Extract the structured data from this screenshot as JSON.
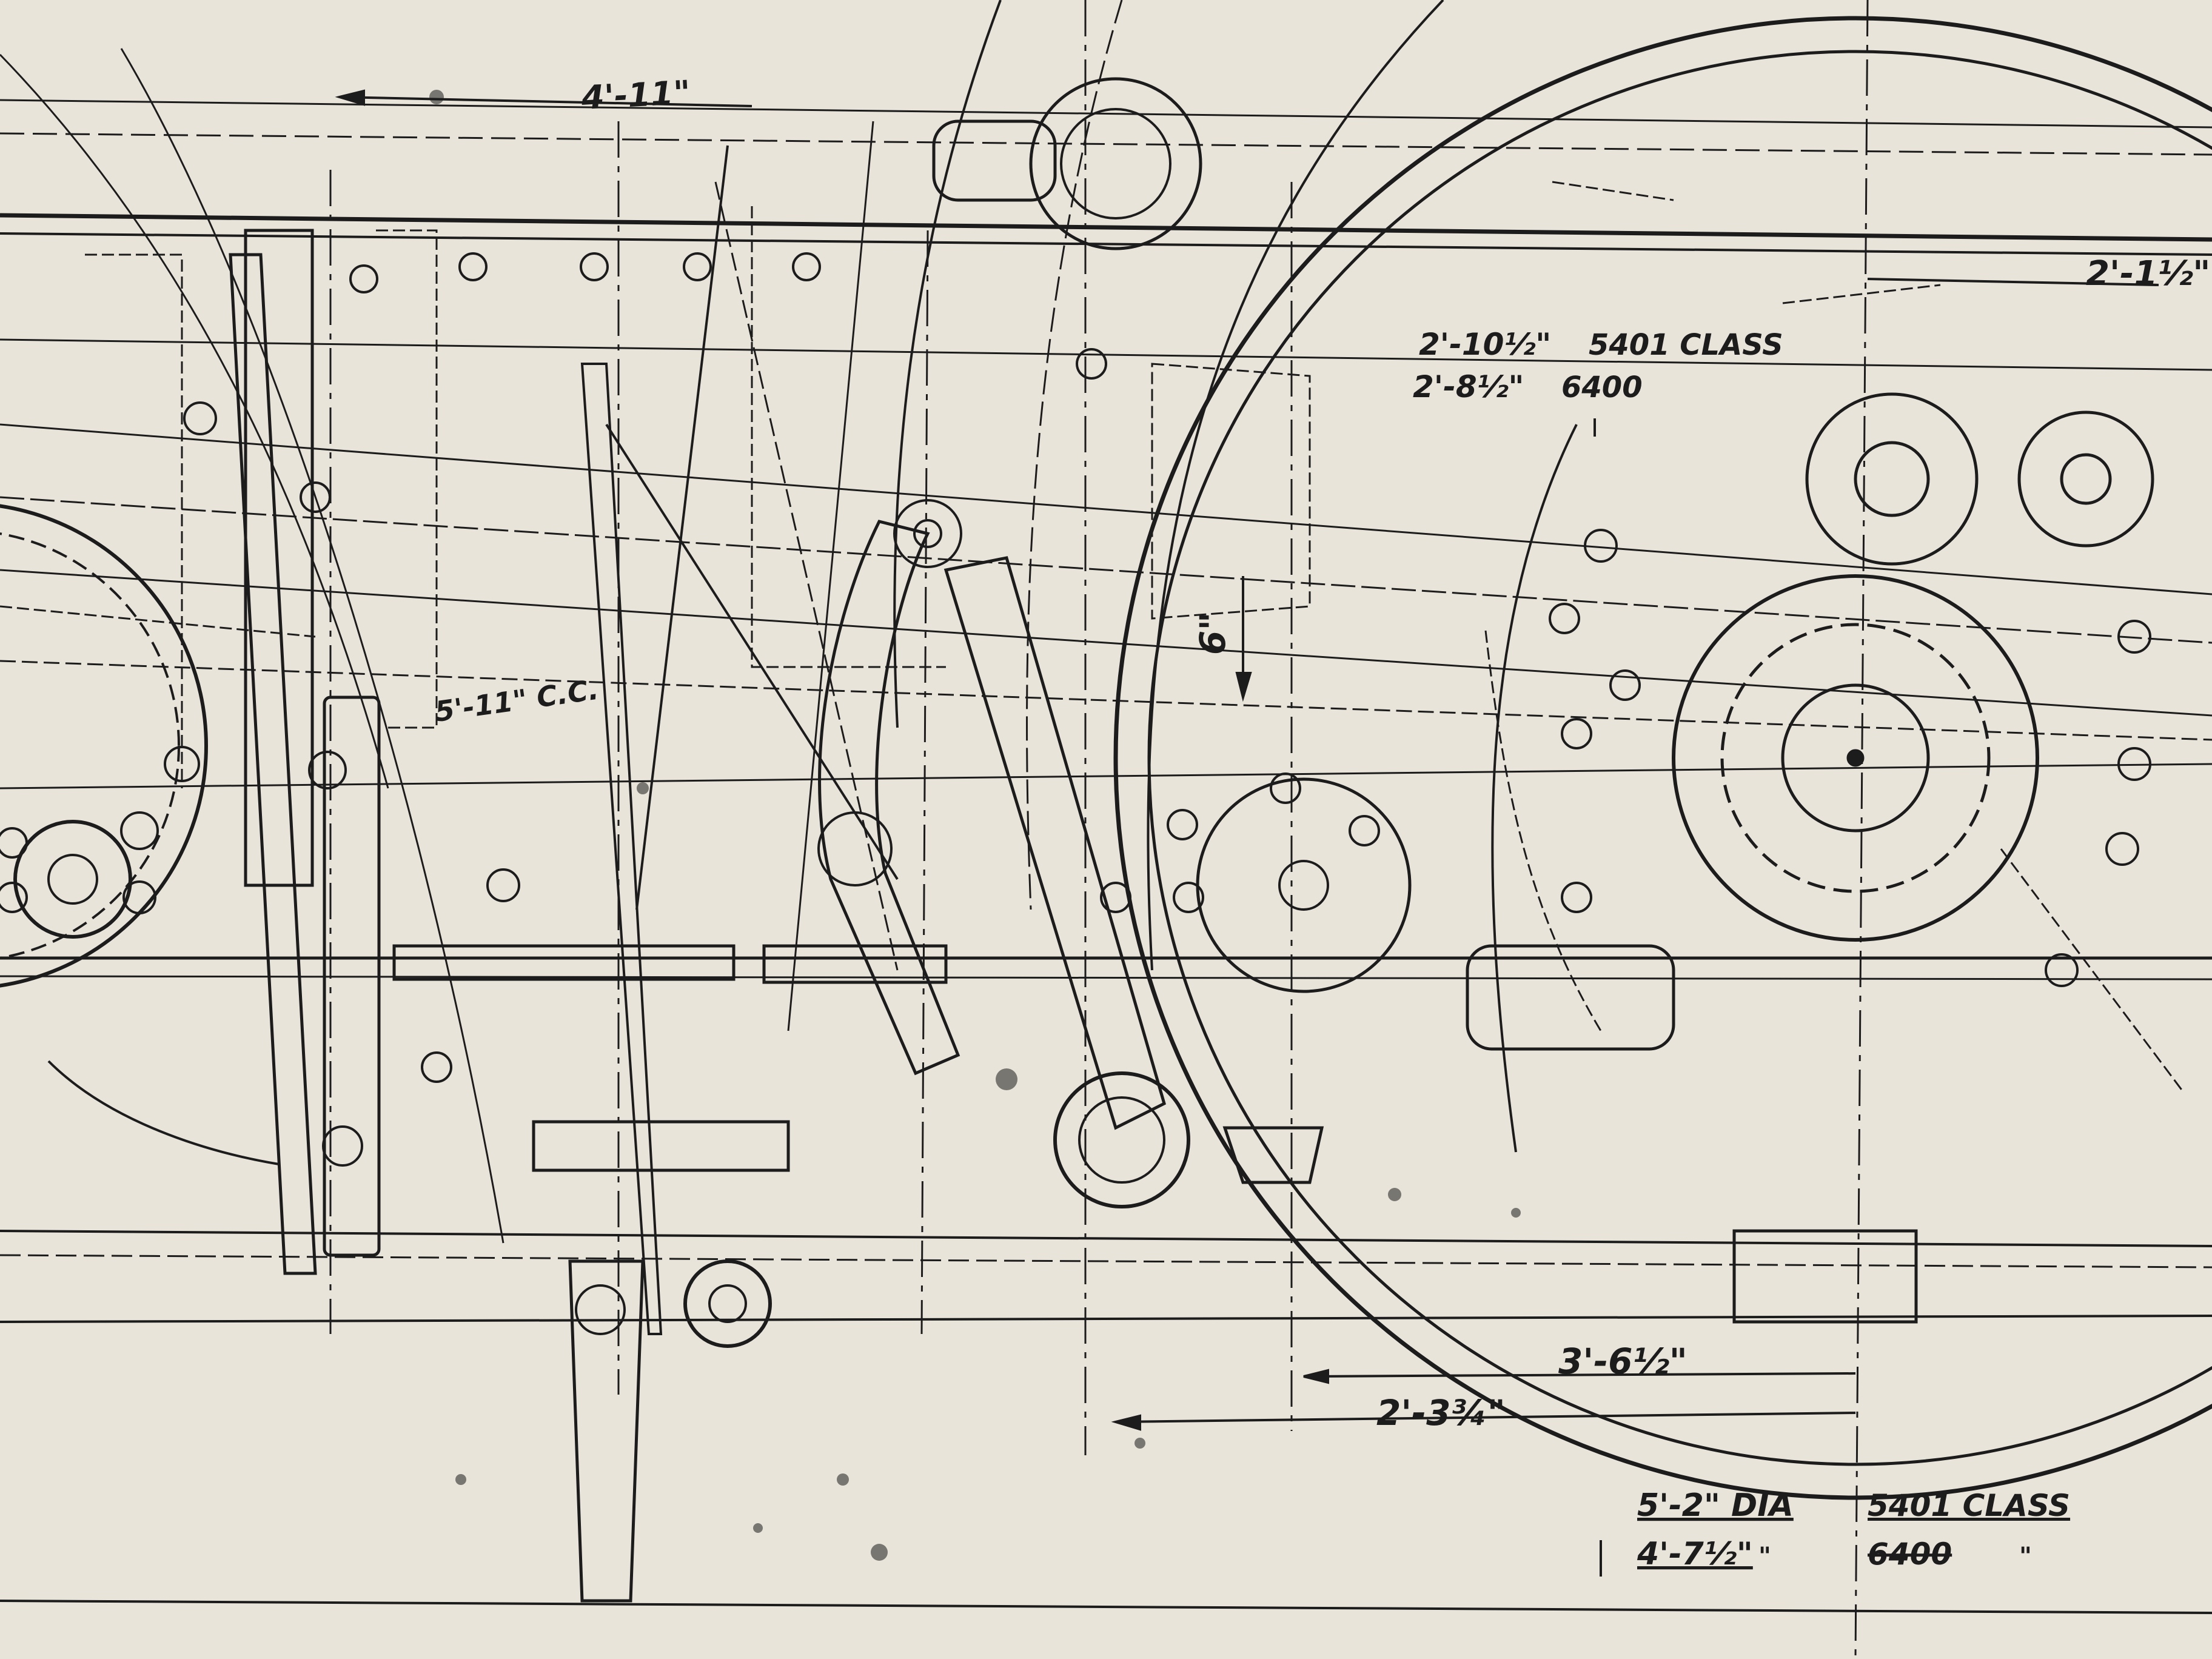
{
  "drawing": {
    "paper_color": "#e9e4da",
    "ink_color": "#1c1c1c",
    "dimensions": {
      "top_left": "4'-11\"",
      "top_right": "2'-1½\"",
      "valve_travel": "6\"",
      "slide": "5'-11\" C.C.",
      "lower_right": "3'-6½\"",
      "lower_mid": "2'-3¾\""
    },
    "class_note_upper": {
      "dim_5401": "2'-10½\"",
      "label_5401": "5401 CLASS",
      "dim_6400": "2'-8½\"",
      "label_6400": "6400"
    },
    "wheel_note": {
      "dim_5401": "5'-2\" DIA",
      "label_5401": "5401 CLASS",
      "dim_6400": "4'-7½\"",
      "ditto": "\"",
      "label_6400": "6400",
      "ditto_2": "\""
    }
  }
}
